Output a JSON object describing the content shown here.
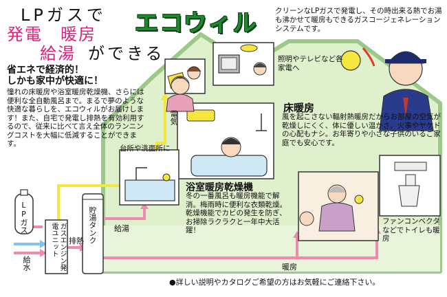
{
  "headline": {
    "line1": "LPガスで",
    "a": "発電",
    "b": "暖房",
    "c": "給湯",
    "d": "ができる"
  },
  "logo": "エコウィル",
  "intro": "クリーンなLPガスで発電し、その時出来る熱でお湯も沸かせて暖房もできるガスコージェネレーションシステムです。",
  "eco": {
    "title1": "省エネで経済的！",
    "title2": "しかも家中が快適に！",
    "body": "憧れの床暖房や浴室暖房乾燥機、さらには便利な全自動風呂まで。まるで夢のような快適な暮らしを、エコウィルがお届けします！また、自宅で発電し排熱を有効利用するので、従来に比べて言え全体のランニングコストを大幅に低減することができます。"
  },
  "appliances": "照明やテレビなど各家電へ",
  "floor_heating": {
    "title": "床暖房",
    "body": "風を起こさない輻射熱暖房だからお部屋の空気が乾燥しにくく、体に優しい温かさ。火事やヤケドの心配もナシ。お年寄りや小さな子供のいるご家庭でも安心です。"
  },
  "kitchen": "台所や洗面所に",
  "bath": {
    "title": "浴室暖房乾燥機",
    "body": "冬の一番風呂も暖房機能で解消。梅雨時に便利な衣類乾燥。乾燥機能でカビの発生を防ぎ、お掃除ラクラクと一年中大活躍！"
  },
  "fancon": "ファンコンベクタなどでトイレも暖房",
  "labels": {
    "lpgas": "LPガス",
    "engine": "ガスエンジン発電ユニット",
    "tank": "貯湯タンク",
    "electricity": "電気",
    "exhaust": "排熱",
    "hot_water": "給湯",
    "water_supply": "給水",
    "heating": "暖房"
  },
  "footer": "●詳しい説明やカタログご希望の方はお気軽にご連絡下さい。",
  "colors": {
    "house_green": "#dff0cc",
    "house_edge": "#9cc98a",
    "pink": "#e0207a",
    "pipe_pink": "#f08ab0",
    "pipe_yellow": "#f5e640",
    "pipe_blue": "#7fc4ee",
    "logo_green": "#1e8a2e"
  }
}
